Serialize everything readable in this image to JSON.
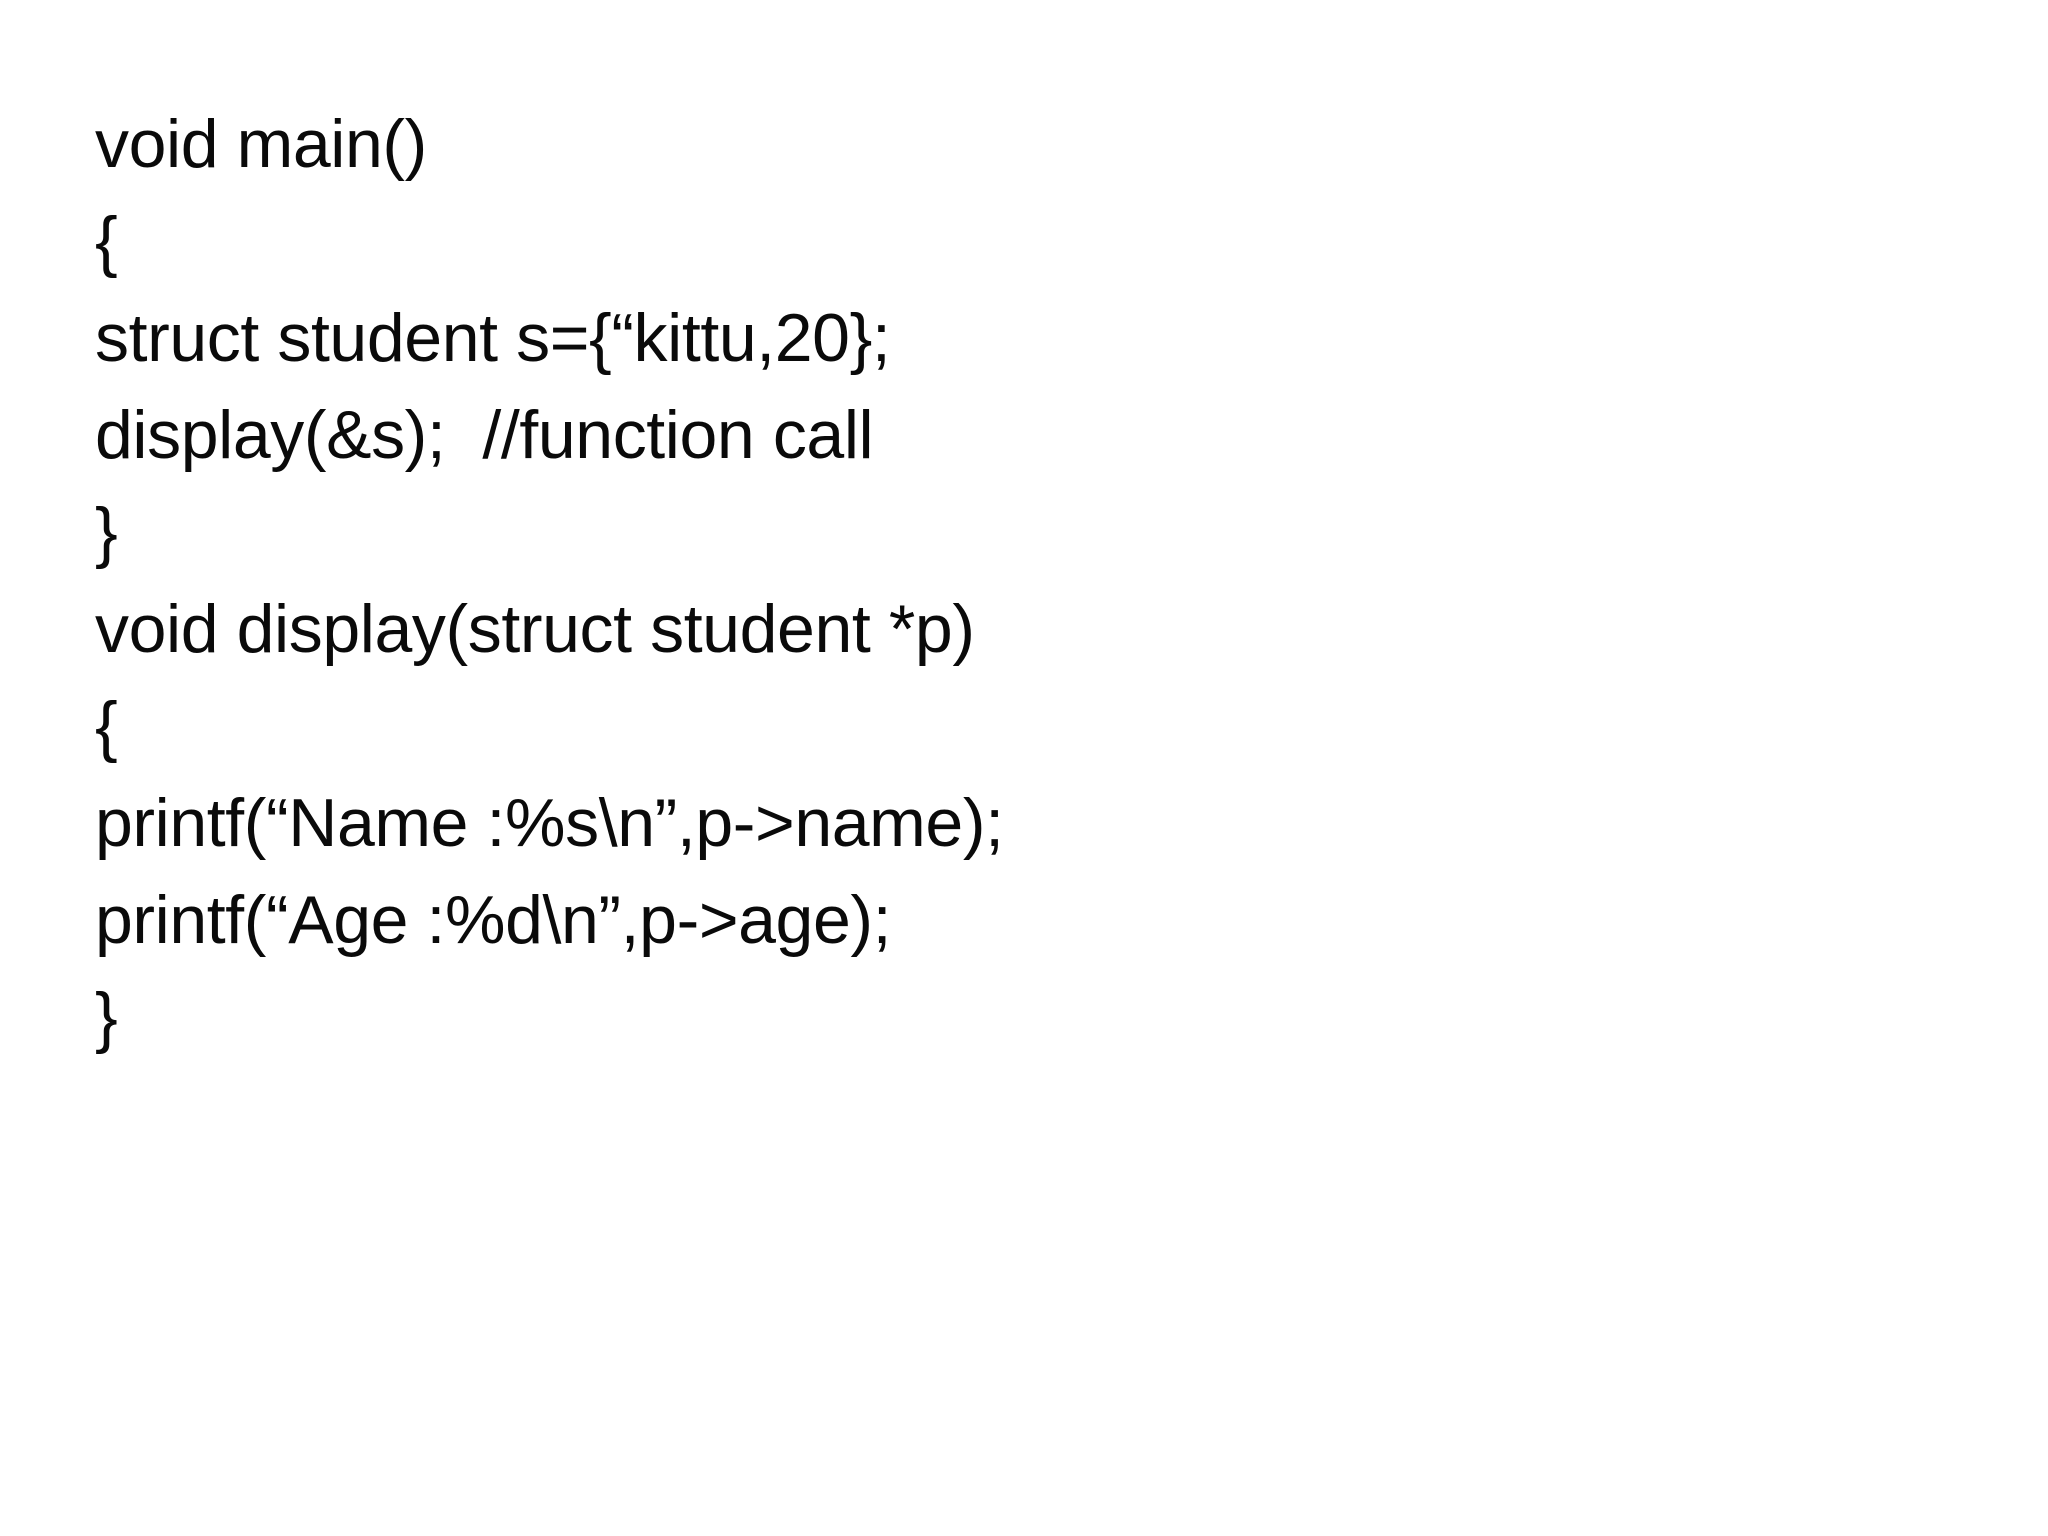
{
  "slide": {
    "background_color": "#ffffff",
    "text_color": "#0a0a0a",
    "code_lines": [
      {
        "id": "line-1",
        "text": "void main()"
      },
      {
        "id": "line-2",
        "text": "{"
      },
      {
        "id": "line-3",
        "text": "struct student s={“kittu,20};"
      },
      {
        "id": "line-4",
        "text": "display(&s);  //function call"
      },
      {
        "id": "line-5",
        "text": "}"
      },
      {
        "id": "line-6",
        "text": "void display(struct student *p)"
      },
      {
        "id": "line-7",
        "text": "{"
      },
      {
        "id": "line-8",
        "text": "printf(“Name :%s\\n”,p->name);"
      },
      {
        "id": "line-9",
        "text": "printf(“Age :%d\\n”,p->age);"
      },
      {
        "id": "line-10",
        "text": "}"
      }
    ]
  }
}
